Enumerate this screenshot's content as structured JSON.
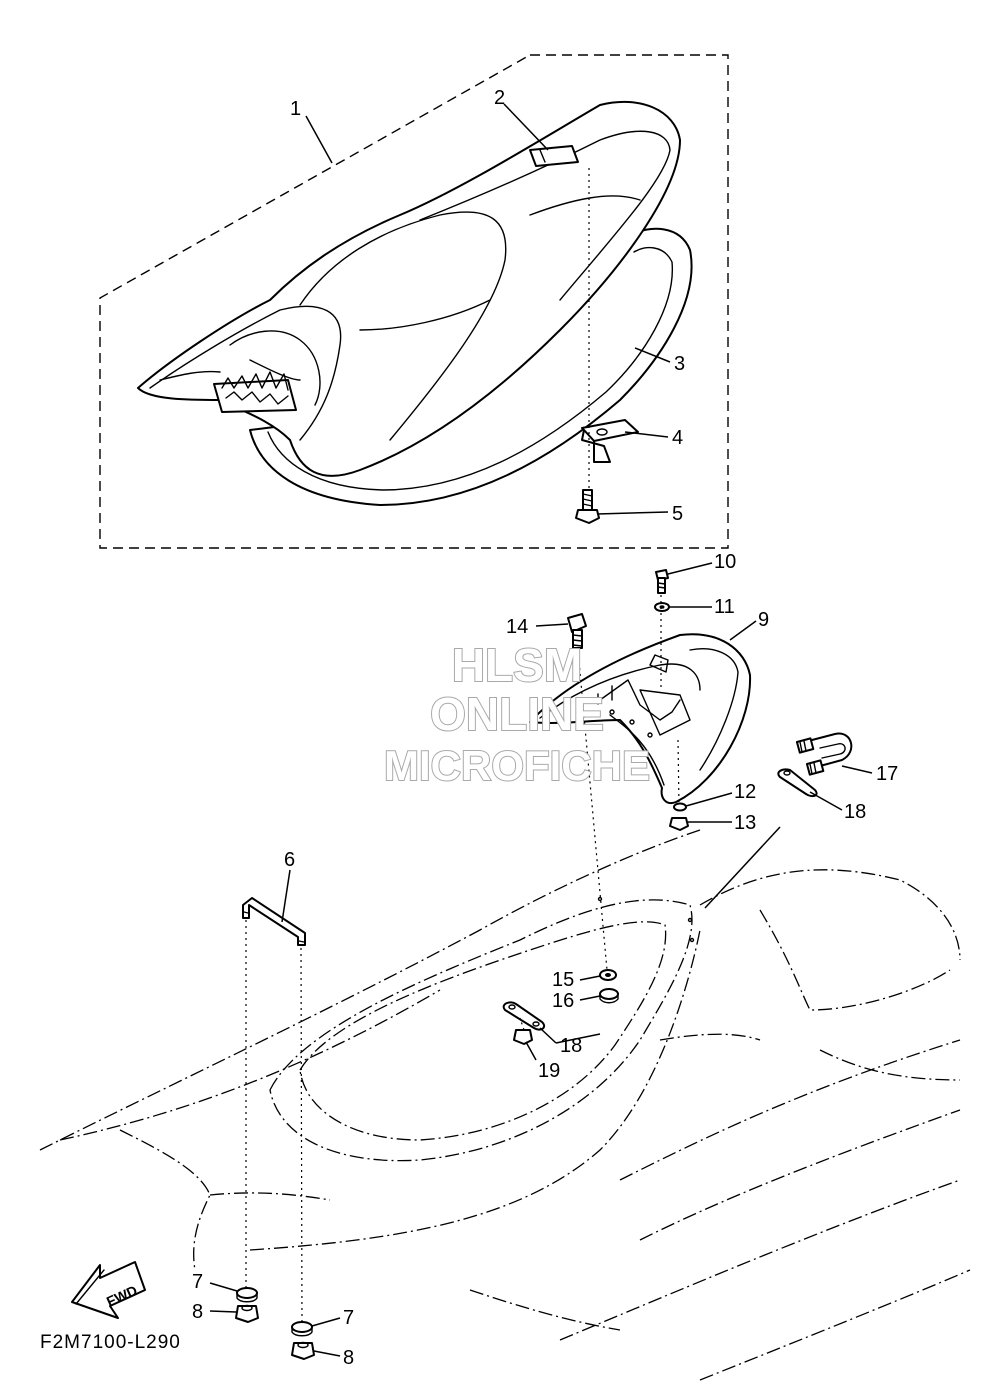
{
  "diagram": {
    "code": "F2M7100-L290",
    "fwd_label": "FWD",
    "watermark": [
      "HLSM",
      "ONLINE",
      "MICROFICHE"
    ],
    "callouts": [
      {
        "id": "c1",
        "label": "1"
      },
      {
        "id": "c2",
        "label": "2"
      },
      {
        "id": "c3",
        "label": "3"
      },
      {
        "id": "c4",
        "label": "4"
      },
      {
        "id": "c5",
        "label": "5"
      },
      {
        "id": "c6",
        "label": "6"
      },
      {
        "id": "c7a",
        "label": "7"
      },
      {
        "id": "c7b",
        "label": "7"
      },
      {
        "id": "c8a",
        "label": "8"
      },
      {
        "id": "c8b",
        "label": "8"
      },
      {
        "id": "c9",
        "label": "9"
      },
      {
        "id": "c10",
        "label": "10"
      },
      {
        "id": "c11",
        "label": "11"
      },
      {
        "id": "c12",
        "label": "12"
      },
      {
        "id": "c13",
        "label": "13"
      },
      {
        "id": "c14",
        "label": "14"
      },
      {
        "id": "c15",
        "label": "15"
      },
      {
        "id": "c16",
        "label": "16"
      },
      {
        "id": "c17",
        "label": "17"
      },
      {
        "id": "c18a",
        "label": "18"
      },
      {
        "id": "c18b",
        "label": "18"
      },
      {
        "id": "c19",
        "label": "19"
      }
    ]
  }
}
